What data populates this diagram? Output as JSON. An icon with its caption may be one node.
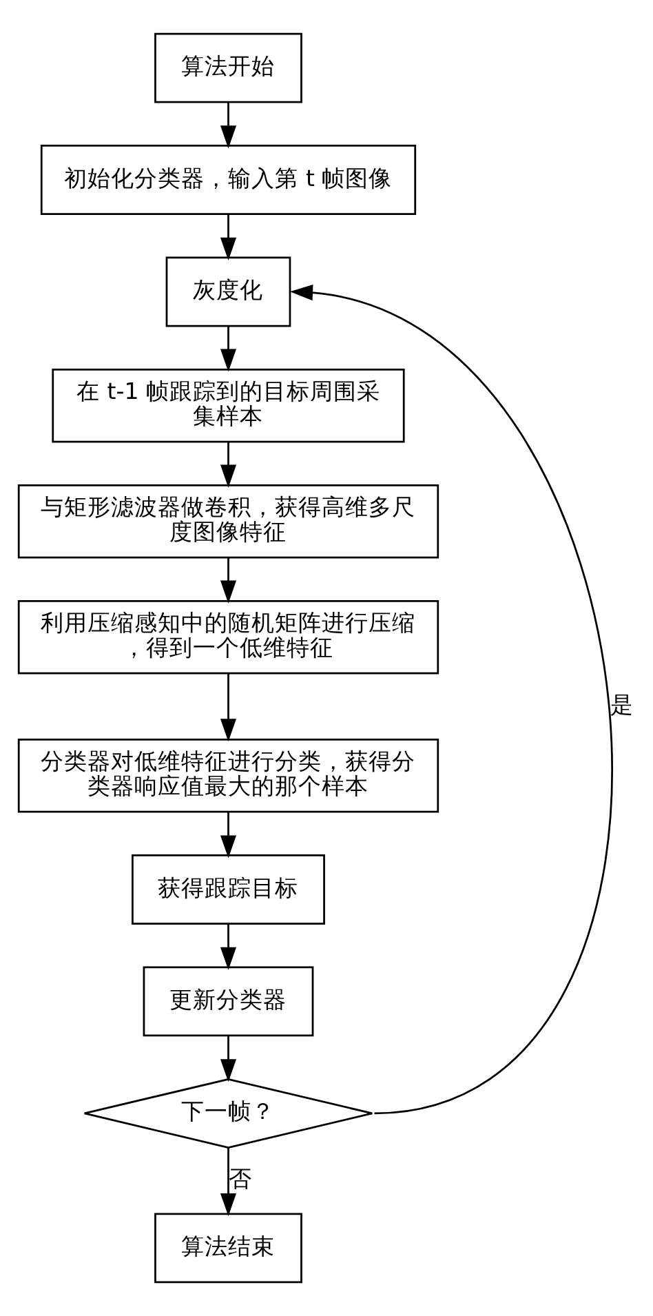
{
  "diagram": {
    "nodes": [
      {
        "text": [
          "算法开始"
        ]
      },
      {
        "text": [
          "初始化分类器，输入第 t 帧图像"
        ]
      },
      {
        "text": [
          "灰度化"
        ]
      },
      {
        "text": [
          "在 t-1 帧跟踪到的目标周围采集样本"
        ]
      },
      {
        "text": [
          "与矩形滤波器做卷积，获得高维多尺度图像特征"
        ]
      },
      {
        "text": [
          "利用压缩感知中的随机矩阵进行压缩，得到一个低维特征"
        ]
      },
      {
        "text": [
          "分类器对低维特征进行分类，获得分类器响应值最大的那个样本"
        ]
      },
      {
        "text": [
          "获得跟踪目标"
        ]
      },
      {
        "text": [
          "更新分类器"
        ]
      },
      {
        "text": [
          "下一帧？"
        ]
      },
      {
        "text": [
          "算法结束"
        ]
      }
    ],
    "edges": [
      {
        "from": 0,
        "to": 1,
        "arrow": "to"
      },
      {
        "from": 1,
        "to": 2,
        "arrow": "to"
      },
      {
        "from": 2,
        "to": 3,
        "arrow": "to"
      },
      {
        "from": 3,
        "to": 4,
        "arrow": "to"
      },
      {
        "from": 4,
        "to": 5,
        "arrow": "to"
      },
      {
        "from": 5,
        "to": 6,
        "arrow": "to"
      },
      {
        "from": 6,
        "to": 7,
        "arrow": "to"
      },
      {
        "from": 7,
        "to": 8,
        "arrow": "to"
      },
      {
        "from": 8,
        "to": 9,
        "arrow": "to"
      },
      {
        "from": 9,
        "to": 2,
        "arrow": "to",
        "label": "是"
      },
      {
        "from": 9,
        "to": 10,
        "arrow": "to",
        "label": "否"
      }
    ]
  }
}
